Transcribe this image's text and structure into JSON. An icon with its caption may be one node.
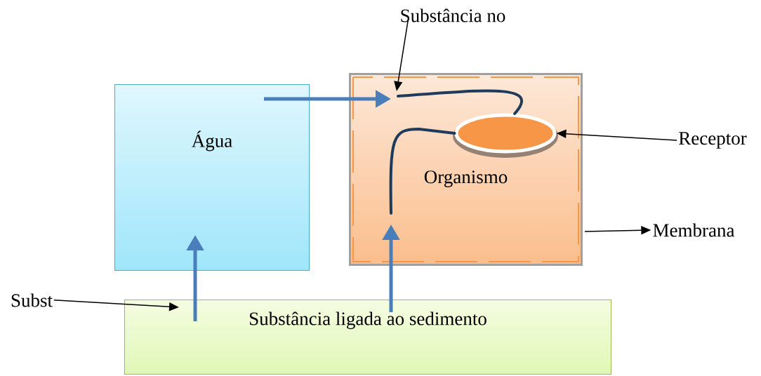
{
  "diagram": {
    "nodes": [
      {
        "text": [
          "Água"
        ]
      },
      {
        "text": [
          "Organismo"
        ]
      },
      {
        "text": [],
        "shape": "ellipse",
        "in": 1
      },
      {
        "text": [
          "Substância ligada ao sedimento"
        ]
      },
      {
        "text": [
          "Substância no"
        ]
      },
      {
        "text": [
          "Receptor"
        ]
      },
      {
        "text": [
          "Membrana"
        ]
      },
      {
        "text": [
          "Subst"
        ]
      }
    ],
    "edges": [
      {
        "from": 0,
        "to": 1,
        "arrow": "to",
        "style": "thick",
        "color": "#4a7ebb"
      },
      {
        "from": 3,
        "to": 0,
        "arrow": "to",
        "style": "thick",
        "color": "#4a7ebb"
      },
      {
        "from": 3,
        "to": 1,
        "arrow": "to",
        "style": "thick",
        "color": "#4a7ebb"
      },
      {
        "from": 4,
        "to": 1,
        "arrow": "to"
      },
      {
        "from": 5,
        "to": 2,
        "arrow": "to"
      },
      {
        "from": 1,
        "to": 6,
        "arrow": "to"
      },
      {
        "from": 7,
        "to": 3,
        "arrow": "to"
      }
    ]
  }
}
